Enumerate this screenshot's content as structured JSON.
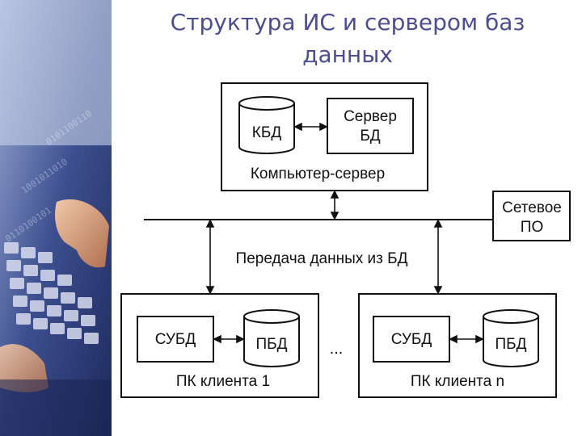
{
  "title": {
    "line1": "Структура ИС и сервером баз",
    "line2": "данных"
  },
  "diagram": {
    "server_computer": {
      "label": "Компьютер-сервер",
      "db": "КБД",
      "server_box": "Сервер\nБД"
    },
    "network_software": "Сетевое\nПО",
    "transfer_label": "Передача данных из БД",
    "ellipsis": "...",
    "clients": [
      {
        "label": "ПК клиента 1",
        "dbms": "СУБД",
        "db": "ПБД"
      },
      {
        "label": "ПК клиента n",
        "dbms": "СУБД",
        "db": "ПБД"
      }
    ]
  },
  "colors": {
    "title": "#4d4d8f",
    "sidebar_bg": "#2a3a7a",
    "line": "#111111"
  }
}
